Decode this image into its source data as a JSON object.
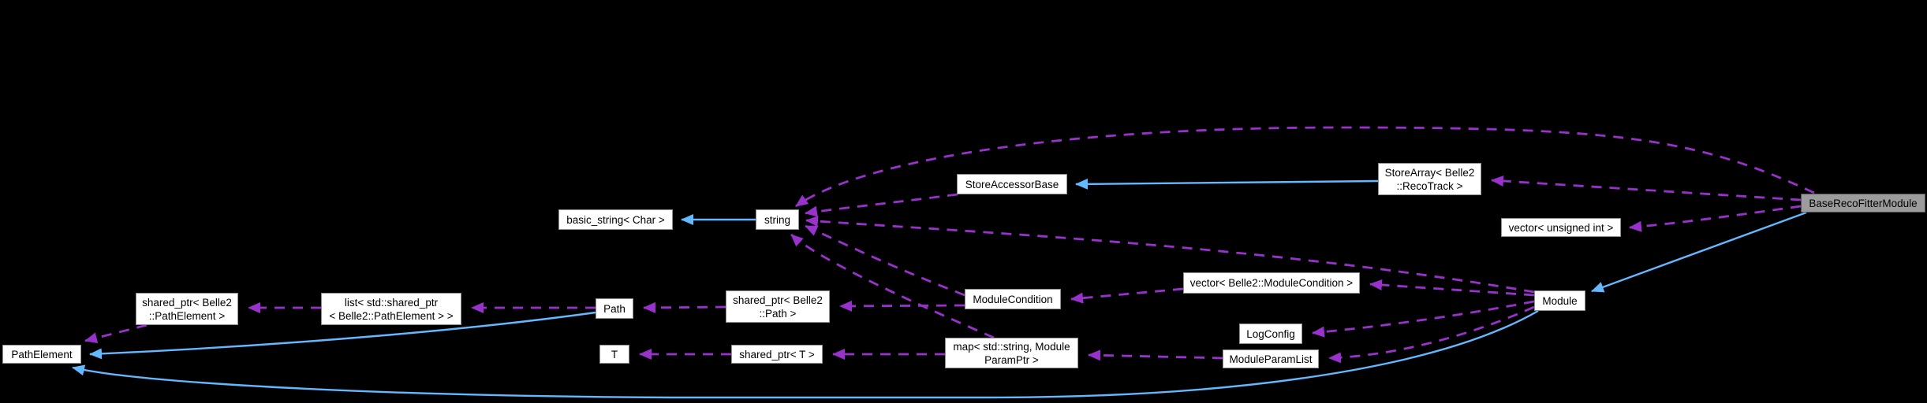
{
  "diagram": {
    "type": "doxygen-collaboration-graph",
    "background_color": "#000000",
    "colors": {
      "inheritance_edge": "#63b8ff",
      "usage_edge": "#9932cc",
      "node_fill": "#ffffff",
      "node_border": "#8f8f8f",
      "node_text": "#000000",
      "highlight_node_fill": "#9c9c9c",
      "highlight_node_border": "#545454"
    },
    "nodes": {
      "path_element": {
        "label": "PathElement"
      },
      "shared_ptr_path_element": {
        "label": "shared_ptr< Belle2\n::PathElement >"
      },
      "list_shared_ptr": {
        "label": "list< std::shared_ptr\n< Belle2::PathElement > >"
      },
      "path": {
        "label": "Path"
      },
      "shared_ptr_path": {
        "label": "shared_ptr< Belle2\n::Path >"
      },
      "t": {
        "label": "T"
      },
      "shared_ptr_t": {
        "label": "shared_ptr< T >"
      },
      "basic_string": {
        "label": "basic_string< Char >"
      },
      "string": {
        "label": "string"
      },
      "store_accessor_base": {
        "label": "StoreAccessorBase"
      },
      "store_array": {
        "label": "StoreArray< Belle2\n::RecoTrack >"
      },
      "vector_unsigned_int": {
        "label": "vector< unsigned int >"
      },
      "module_condition": {
        "label": "ModuleCondition"
      },
      "vector_module_condition": {
        "label": "vector< Belle2::ModuleCondition >"
      },
      "log_config": {
        "label": "LogConfig"
      },
      "module": {
        "label": "Module"
      },
      "map_module_param": {
        "label": "map< std::string, Module\nParamPtr >"
      },
      "module_param_list": {
        "label": "ModuleParamList"
      },
      "base_reco_fitter_module": {
        "label": "BaseRecoFitterModule",
        "highlighted": true
      }
    },
    "edges": [
      {
        "from": "string",
        "to": "basic_string",
        "relation": "inheritance"
      },
      {
        "from": "store_array",
        "to": "store_accessor_base",
        "relation": "inheritance"
      },
      {
        "from": "base_reco_fitter_module",
        "to": "module",
        "relation": "inheritance"
      },
      {
        "from": "path",
        "to": "path_element",
        "relation": "inheritance"
      },
      {
        "from": "module",
        "to": "path_element",
        "relation": "inheritance"
      },
      {
        "from": "list_shared_ptr",
        "to": "shared_ptr_path_element",
        "relation": "usage"
      },
      {
        "from": "shared_ptr_path_element",
        "to": "path_element",
        "relation": "usage"
      },
      {
        "from": "path",
        "to": "list_shared_ptr",
        "relation": "usage"
      },
      {
        "from": "shared_ptr_path",
        "to": "path",
        "relation": "usage"
      },
      {
        "from": "module_condition",
        "to": "shared_ptr_path",
        "relation": "usage"
      },
      {
        "from": "vector_module_condition",
        "to": "module_condition",
        "relation": "usage"
      },
      {
        "from": "module",
        "to": "vector_module_condition",
        "relation": "usage"
      },
      {
        "from": "module",
        "to": "log_config",
        "relation": "usage"
      },
      {
        "from": "module",
        "to": "module_param_list",
        "relation": "usage"
      },
      {
        "from": "module_param_list",
        "to": "map_module_param",
        "relation": "usage"
      },
      {
        "from": "map_module_param",
        "to": "shared_ptr_t",
        "relation": "usage"
      },
      {
        "from": "shared_ptr_t",
        "to": "t",
        "relation": "usage"
      },
      {
        "from": "map_module_param",
        "to": "string",
        "relation": "usage"
      },
      {
        "from": "module_condition",
        "to": "string",
        "relation": "usage"
      },
      {
        "from": "module",
        "to": "string",
        "relation": "usage"
      },
      {
        "from": "store_accessor_base",
        "to": "string",
        "relation": "usage"
      },
      {
        "from": "base_reco_fitter_module",
        "to": "string",
        "relation": "usage"
      },
      {
        "from": "base_reco_fitter_module",
        "to": "store_array",
        "relation": "usage"
      },
      {
        "from": "base_reco_fitter_module",
        "to": "vector_unsigned_int",
        "relation": "usage"
      }
    ]
  }
}
